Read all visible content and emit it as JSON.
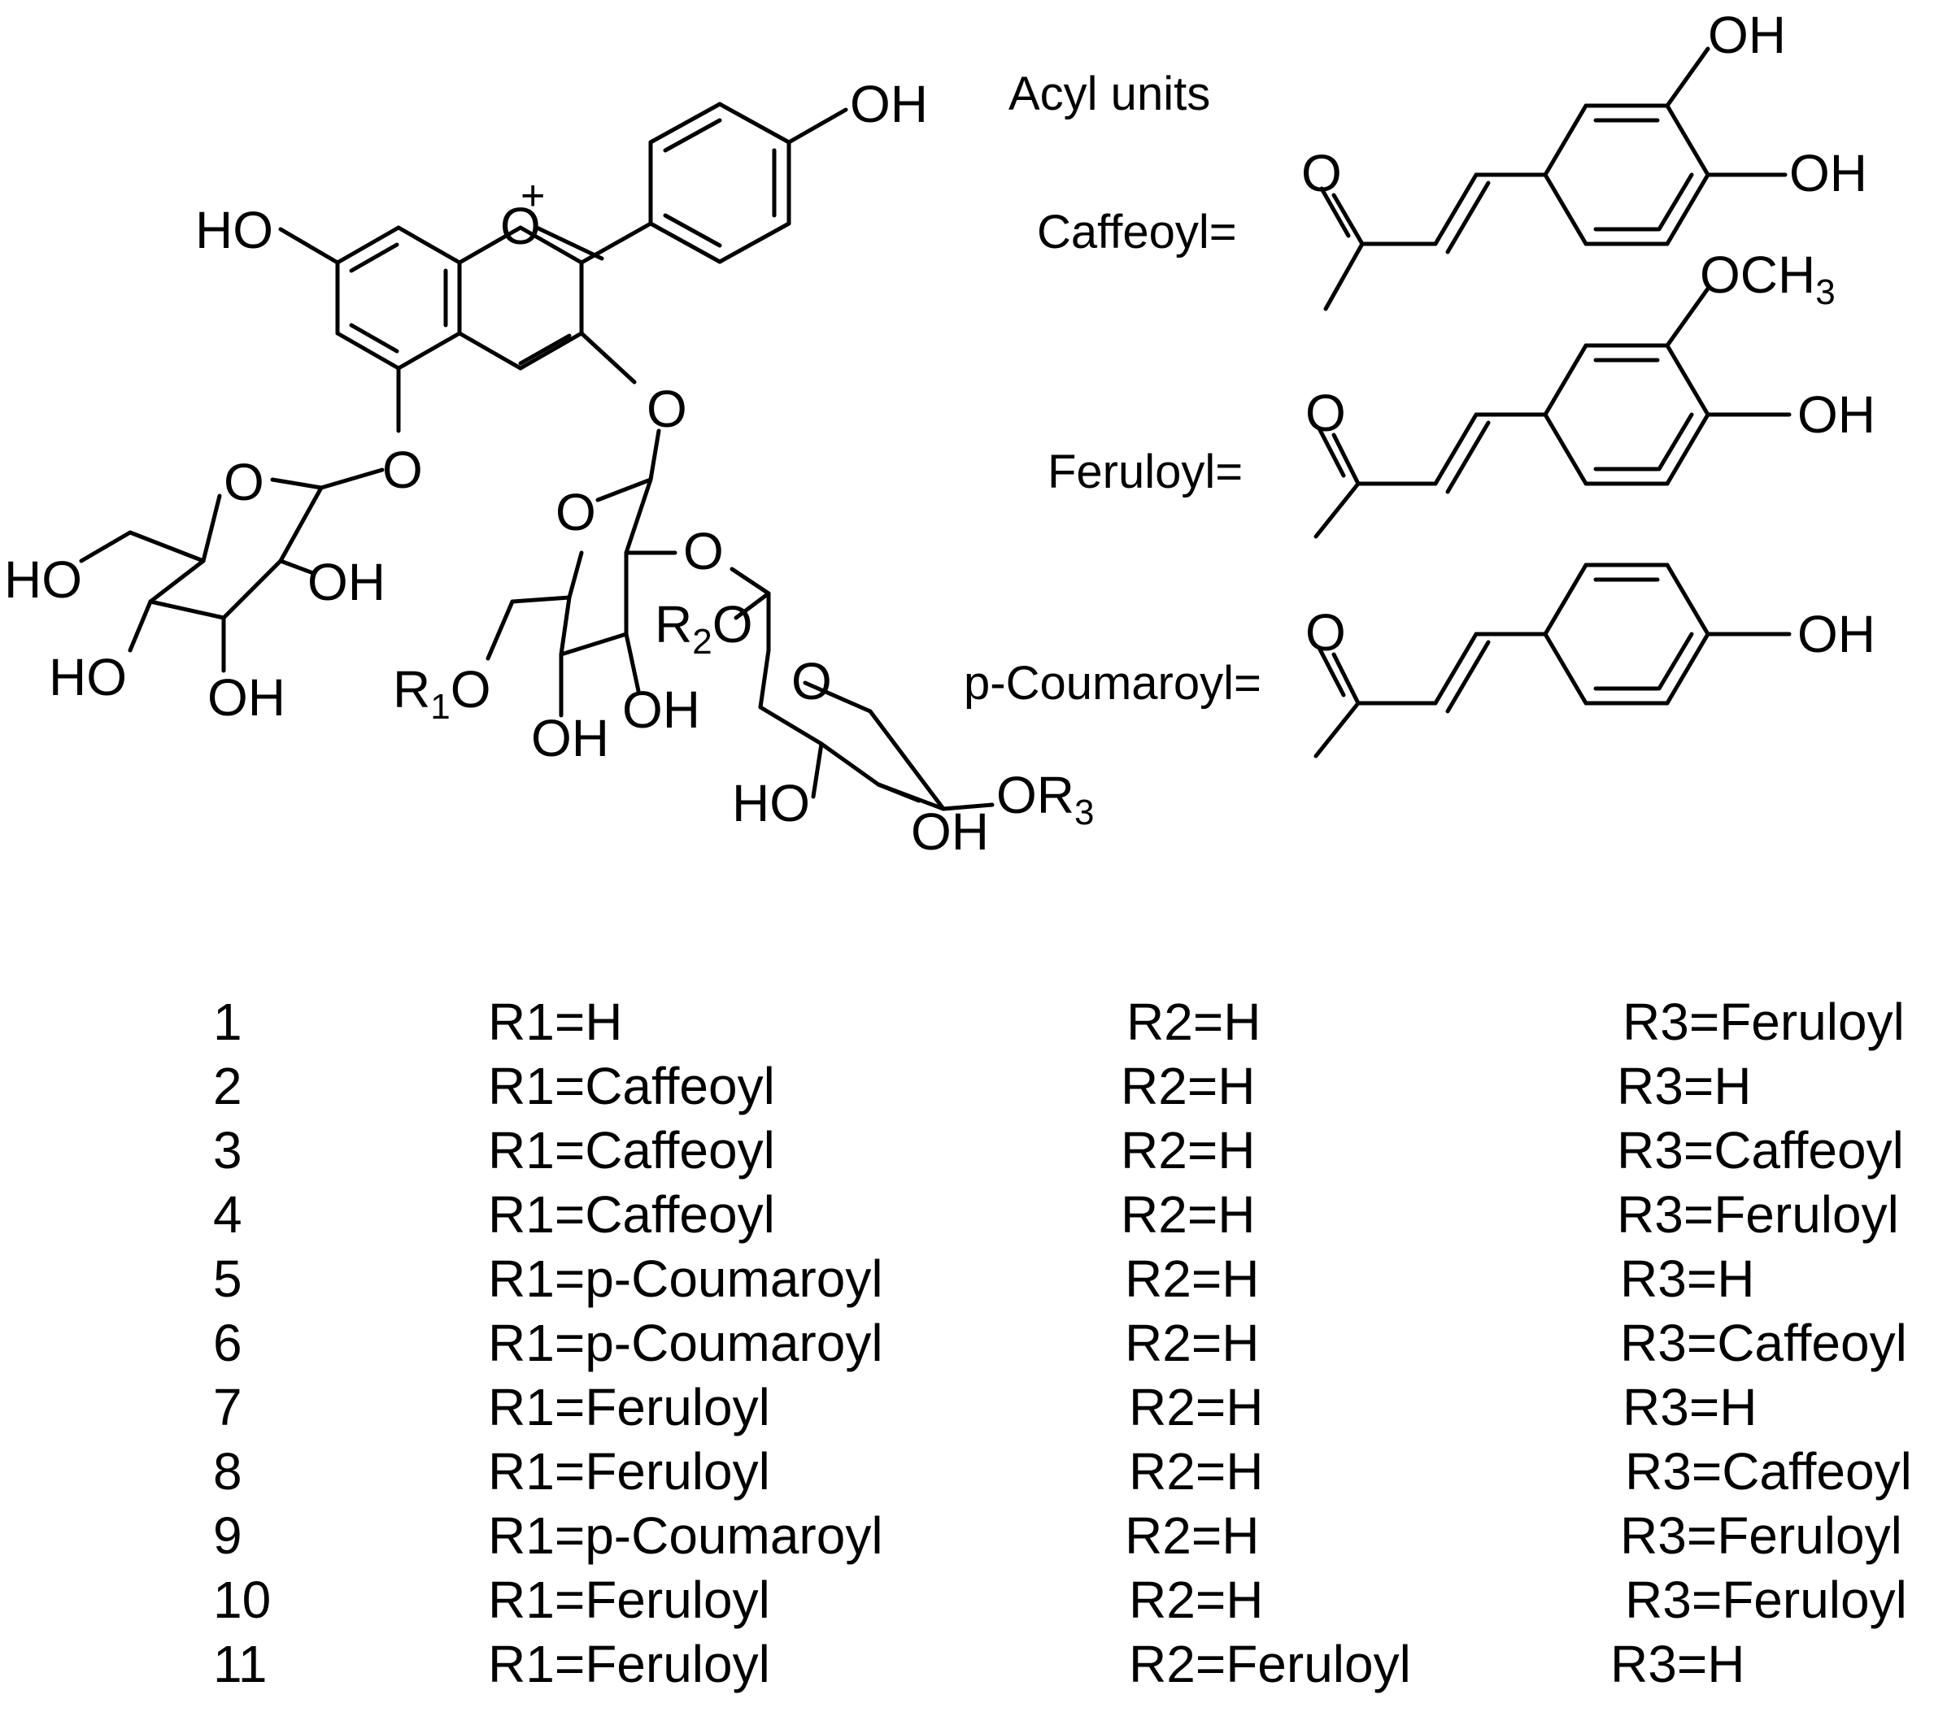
{
  "structure": {
    "acyl_units_title": "Acyl units",
    "caffeoyl_label": "Caffeoyl=",
    "feruloyl_label": "Feruloyl=",
    "coumaroyl_label": "p-Coumaroyl=",
    "charge": "+",
    "atoms": {
      "O": "O",
      "OH": "OH",
      "HO": "HO",
      "OCH": "OCH",
      "three": "3",
      "R": "R",
      "one": "1",
      "two": "2"
    }
  },
  "table": {
    "rows": [
      {
        "n": "1",
        "r1": "R1=H",
        "r2": "R2=H",
        "r3": "R3=Feruloyl"
      },
      {
        "n": "2",
        "r1": "R1=Caffeoyl",
        "r2": "R2=H",
        "r3": "R3=H"
      },
      {
        "n": "3",
        "r1": "R1=Caffeoyl",
        "r2": "R2=H",
        "r3": "R3=Caffeoyl"
      },
      {
        "n": "4",
        "r1": "R1=Caffeoyl",
        "r2": "R2=H",
        "r3": "R3=Feruloyl"
      },
      {
        "n": "5",
        "r1": "R1=p-Coumaroyl",
        "r2": "R2=H",
        "r3": "R3=H"
      },
      {
        "n": "6",
        "r1": "R1=p-Coumaroyl",
        "r2": "R2=H",
        "r3": "R3=Caffeoyl"
      },
      {
        "n": "7",
        "r1": "R1=Feruloyl",
        "r2": "R2=H",
        "r3": "R3=H"
      },
      {
        "n": "8",
        "r1": "R1=Feruloyl",
        "r2": "R2=H",
        "r3": "R3=Caffeoyl"
      },
      {
        "n": "9",
        "r1": "R1=p-Coumaroyl",
        "r2": "R2=H",
        "r3": "R3=Feruloyl"
      },
      {
        "n": "10",
        "r1": "R1=Feruloyl",
        "r2": "R2=H",
        "r3": "R3=Feruloyl"
      },
      {
        "n": "11",
        "r1": "R1=Feruloyl",
        "r2": "R2=Feruloyl",
        "r3": "R3=H"
      }
    ]
  }
}
